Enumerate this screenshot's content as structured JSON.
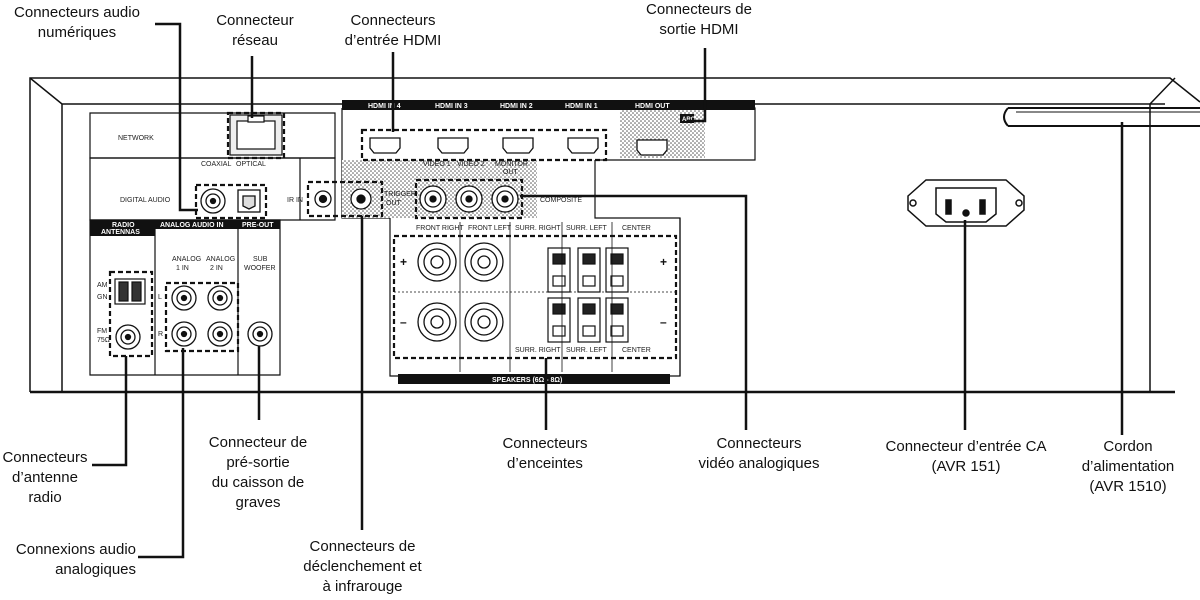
{
  "callouts": {
    "digital_audio": [
      "Connecteurs audio",
      "numériques"
    ],
    "network": [
      "Connecteur",
      "réseau"
    ],
    "hdmi_in": [
      "Connecteurs",
      "d’entrée HDMI"
    ],
    "hdmi_out": [
      "Connecteurs de",
      "sortie HDMI"
    ],
    "radio": [
      "Connecteurs",
      "d’antenne",
      "radio"
    ],
    "analog_audio": [
      "Connexions audio",
      "analogiques"
    ],
    "sub_preout": [
      "Connecteur de",
      "pré-sortie",
      "du caisson de graves"
    ],
    "trigger_ir": [
      "Connecteurs de",
      "déclenchement et",
      "à infrarouge"
    ],
    "speakers": [
      "Connecteurs",
      "d’enceintes"
    ],
    "analog_video": [
      "Connecteurs",
      "vidéo analogiques"
    ],
    "ac_input": [
      "Connecteur d’entrée CA",
      "(AVR 151)"
    ],
    "power_cord": [
      "Cordon",
      "d’alimentation",
      "(AVR 1510)"
    ]
  },
  "panel": {
    "network": "NETWORK",
    "digital_audio": "DIGITAL AUDIO",
    "coaxial": "COAXIAL",
    "optical": "OPTICAL",
    "ir_in": "IR IN",
    "trigger_out": [
      "TRIGGER",
      "OUT"
    ],
    "hdmi_in_4": "HDMI IN 4",
    "hdmi_in_3": "HDMI IN 3",
    "hdmi_in_2": "HDMI IN 2",
    "hdmi_in_1": "HDMI IN 1",
    "hdmi_out": "HDMI OUT",
    "arc": "ARC",
    "video_1": "VIDEO 1",
    "video_2": "VIDEO 2",
    "monitor_out": [
      "MONITOR",
      "OUT"
    ],
    "composite": "COMPOSITE",
    "radio_antennas": [
      "RADIO",
      "ANTENNAS"
    ],
    "analog_audio_in": "ANALOG AUDIO IN",
    "pre_out": "PRE-OUT",
    "analog_1_in": [
      "ANALOG",
      "1 IN"
    ],
    "analog_2_in": [
      "ANALOG",
      "2 IN"
    ],
    "sub_woofer": [
      "SUB",
      "WOOFER"
    ],
    "am": "AM",
    "gn": "GN",
    "fm": [
      "FM",
      "75Ω"
    ],
    "left": "L",
    "right": "R",
    "front_right": "FRONT RIGHT",
    "front_left": "FRONT LEFT",
    "surr_right": "SURR. RIGHT",
    "surr_left": "SURR. LEFT",
    "center": "CENTER",
    "plus": "+",
    "minus": "–",
    "speakers_bar": "SPEAKERS (6Ω - 8Ω)"
  },
  "colors": {
    "line": "#111111",
    "panel_fill": "#f7f7f7",
    "bar_fill": "#111111",
    "dotted_fill": "#cccccc"
  }
}
